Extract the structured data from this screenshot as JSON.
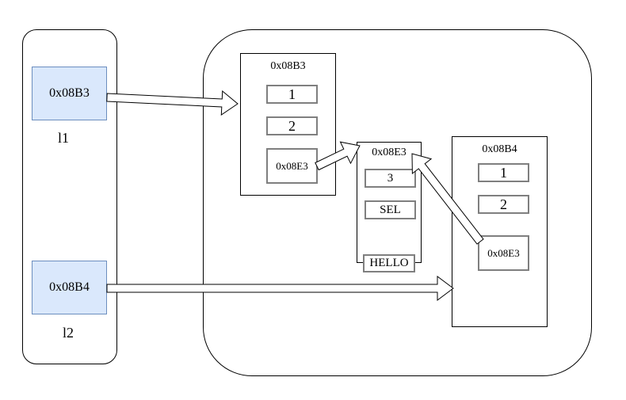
{
  "stack": {
    "variables": [
      {
        "name": "l1",
        "address": "0x08B3"
      },
      {
        "name": "l2",
        "address": "0x08B4"
      }
    ]
  },
  "heap": {
    "list_a": {
      "address": "0x08B3",
      "items": [
        "1",
        "2",
        "0x08E3"
      ]
    },
    "list_inner": {
      "address": "0x08E3",
      "items": [
        "3",
        "SEL",
        "HELLO"
      ]
    },
    "list_b": {
      "address": "0x08B4",
      "items": [
        "1",
        "2",
        "0x08E3"
      ]
    }
  },
  "arrows": [
    {
      "from": "l1",
      "to": "0x08B3"
    },
    {
      "from": "l2",
      "to": "0x08B4"
    },
    {
      "from": "0x08B3[2]",
      "to": "0x08E3"
    },
    {
      "from": "0x08B4[2]",
      "to": "0x08E3"
    }
  ],
  "colors": {
    "variable_fill": "#dae8fc",
    "variable_border": "#6c8ebf",
    "cell_border": "#7f7f7f"
  }
}
